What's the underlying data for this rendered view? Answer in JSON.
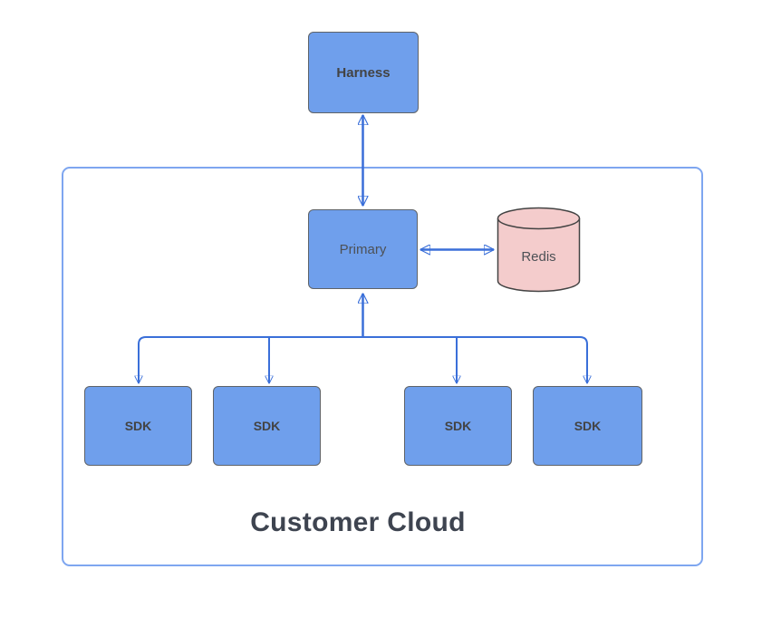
{
  "diagram": {
    "title": "Customer Cloud architecture diagram",
    "nodes": {
      "harness": {
        "label": "Harness",
        "shape": "rectangle"
      },
      "primary": {
        "label": "Primary",
        "shape": "rectangle"
      },
      "redis": {
        "label": "Redis",
        "shape": "cylinder"
      },
      "sdk1": {
        "label": "SDK",
        "shape": "rectangle"
      },
      "sdk2": {
        "label": "SDK",
        "shape": "rectangle"
      },
      "sdk3": {
        "label": "SDK",
        "shape": "rectangle"
      },
      "sdk4": {
        "label": "SDK",
        "shape": "rectangle"
      }
    },
    "container": {
      "label": "Customer Cloud"
    },
    "edges": [
      {
        "from": "harness",
        "to": "primary",
        "direction": "bidirectional"
      },
      {
        "from": "primary",
        "to": "redis",
        "direction": "bidirectional"
      },
      {
        "from": "sdk-branch",
        "to": "primary",
        "direction": "up"
      },
      {
        "from": "primary-branch",
        "to": "sdk1",
        "direction": "down"
      },
      {
        "from": "primary-branch",
        "to": "sdk2",
        "direction": "down"
      },
      {
        "from": "primary-branch",
        "to": "sdk3",
        "direction": "down"
      },
      {
        "from": "primary-branch",
        "to": "sdk4",
        "direction": "down"
      }
    ],
    "colors": {
      "node_fill": "#6F9FEC",
      "node_border": "#5F6368",
      "redis_fill": "#F4CCCC",
      "redis_border": "#434343",
      "arrow": "#3A6FD9",
      "frame_border": "#7EA6F0",
      "label_text": "#434343",
      "container_label_text": "#3E4450"
    }
  }
}
